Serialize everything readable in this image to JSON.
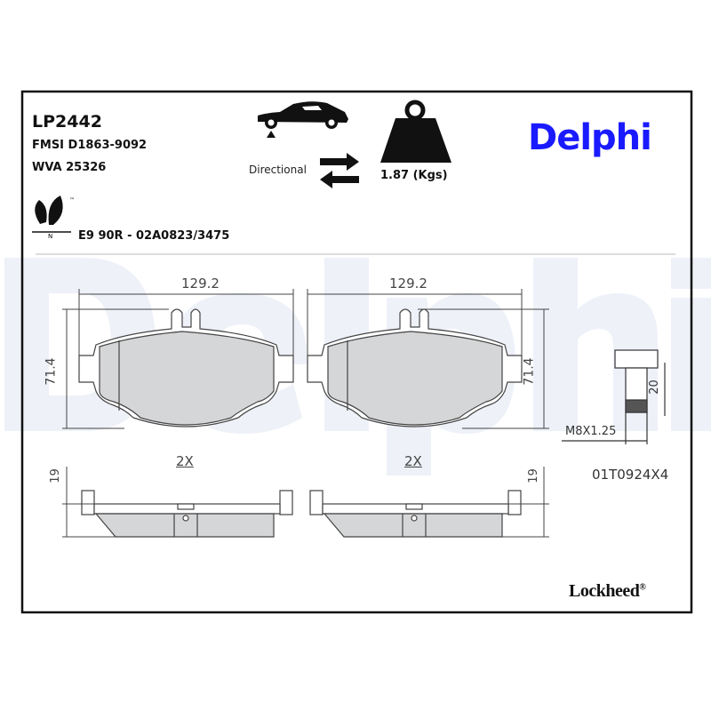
{
  "header": {
    "part_number": "LP2442",
    "fmsi": "FMSI D1863-9092",
    "wva": "WVA 25326",
    "approval": "E9 90R - 02A0823/3475",
    "eco_mark_letter": "N",
    "eco_mark_tm": "™",
    "directional_label": "Directional",
    "weight": "1.87 (Kgs)",
    "brand": "Delphi",
    "brand_color": "#1a1aff",
    "watermark": "Delphi"
  },
  "drawing": {
    "width_dim": "129.2",
    "height_dim": "71.4",
    "thickness_dim": "19",
    "quantity": "2X",
    "bolt_length": "20",
    "bolt_thread": "M8X1.25",
    "bolt_kit": "01T0924X4"
  },
  "footer": {
    "sub_brand": "Lockheed",
    "registered": "®"
  }
}
